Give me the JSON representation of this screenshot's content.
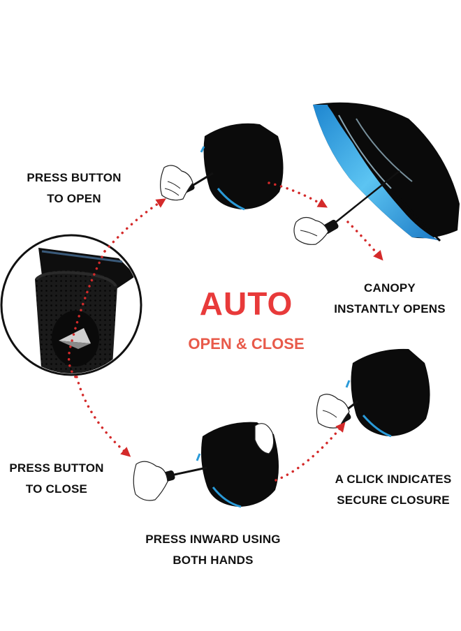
{
  "title": "AUTO",
  "subtitle": "OPEN & CLOSE",
  "steps": {
    "open": {
      "line1": "PRESS BUTTON",
      "line2": "TO OPEN"
    },
    "canopy": {
      "line1": "CANOPY",
      "line2": "INSTANTLY OPENS"
    },
    "close": {
      "line1": "PRESS BUTTON",
      "line2": "TO CLOSE"
    },
    "inward": {
      "line1": "PRESS INWARD USING",
      "line2": "BOTH HANDS"
    },
    "click": {
      "line1": "A CLICK INDICATES",
      "line2": "SECURE CLOSURE"
    }
  },
  "colors": {
    "accent": "#e83a3a",
    "canopy_black": "#0d0d0d",
    "canopy_blue": "#2a9ad8",
    "arrow_red": "#d42a2a"
  }
}
